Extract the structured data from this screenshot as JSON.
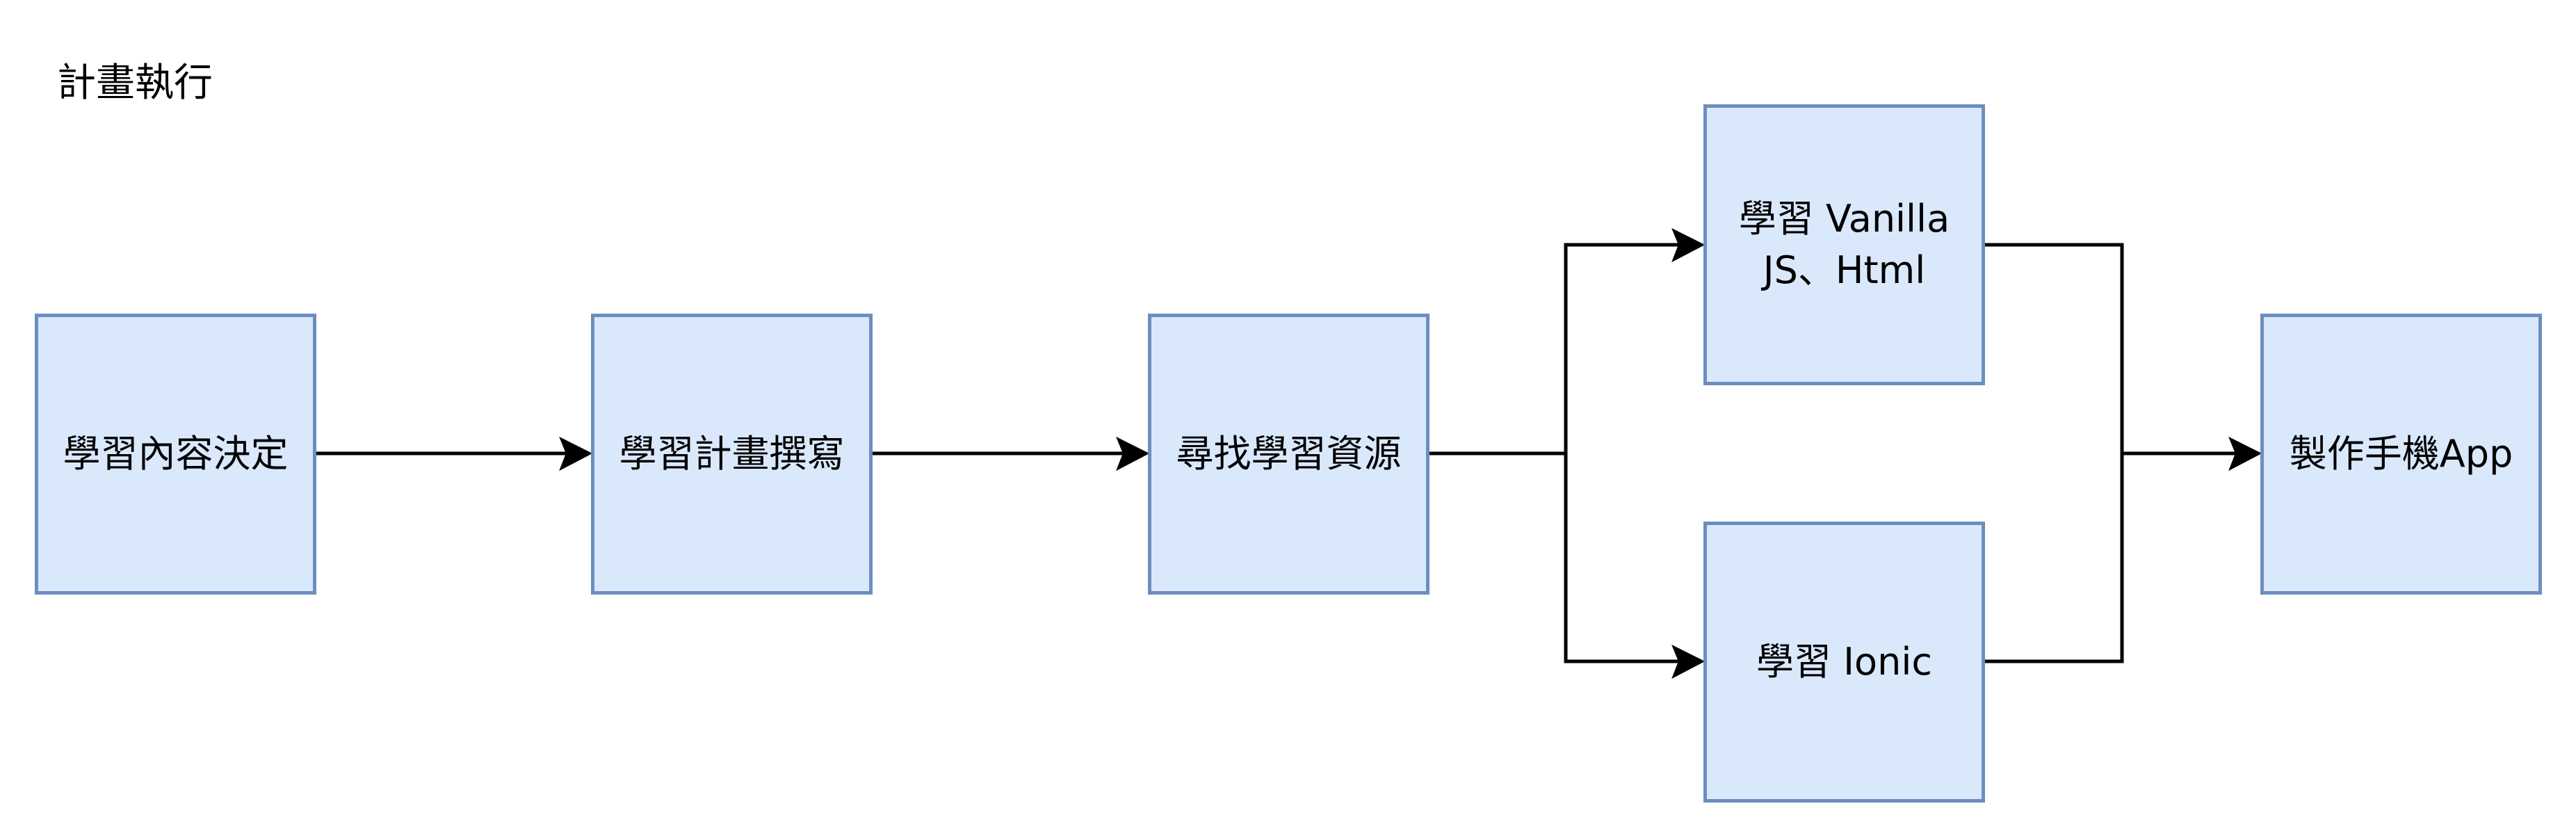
{
  "diagram": {
    "title": "計畫執行",
    "colors": {
      "node_fill": "#dae8fc",
      "node_stroke": "#6c8ebf",
      "edge": "#000000",
      "text": "#000000",
      "background": "#ffffff"
    },
    "nodes": [
      {
        "id": "n1",
        "label": "學習內容決定"
      },
      {
        "id": "n2",
        "label": "學習計畫撰寫"
      },
      {
        "id": "n3",
        "label": "尋找學習資源"
      },
      {
        "id": "n4",
        "label": "學習 Vanilla\nJS、Html"
      },
      {
        "id": "n5",
        "label": "學習 Ionic"
      },
      {
        "id": "n6",
        "label": "製作手機App"
      }
    ],
    "edges": [
      {
        "from": "n1",
        "to": "n2",
        "arrow": "end"
      },
      {
        "from": "n2",
        "to": "n3",
        "arrow": "end"
      },
      {
        "from": "n3",
        "to": "n4",
        "arrow": "end"
      },
      {
        "from": "n3",
        "to": "n5",
        "arrow": "end"
      },
      {
        "from": "n4",
        "to": "n6",
        "arrow": "end"
      },
      {
        "from": "n5",
        "to": "n6",
        "arrow": "end"
      }
    ]
  }
}
